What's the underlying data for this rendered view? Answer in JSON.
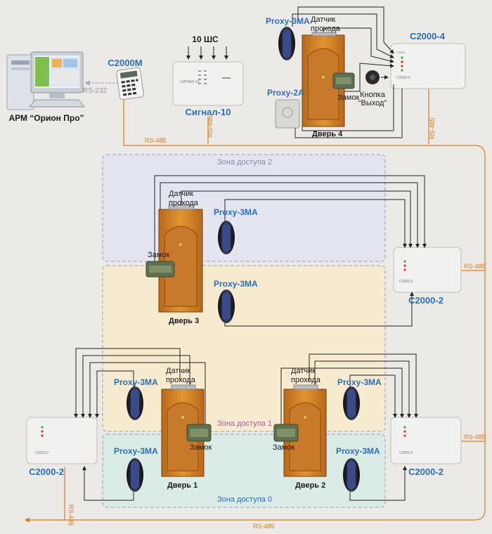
{
  "workstation": {
    "label": "АРМ “Орион Про”"
  },
  "interfaces": {
    "rs232": "RS-232",
    "rs485": "RS-485"
  },
  "c2000m": {
    "label": "С2000М"
  },
  "signal10": {
    "label": "Сигнал-10",
    "inputs": "10 ШС",
    "panel_text": "СИГНАЛ-10"
  },
  "c2000_4": {
    "label": "С2000-4",
    "panel_text": "С2000-4"
  },
  "c2000_2": {
    "label": "С2000-2",
    "panel_text": "С2000-2"
  },
  "reader_3ma": "Proxy-3MA",
  "reader_2a": "Proxy-2A",
  "sensor": {
    "line1": "Датчик",
    "line2": "прохода"
  },
  "lock": "Замок",
  "exit_button": {
    "line1": "Кнопка",
    "line2": "“Выход”"
  },
  "doors": {
    "d1": "Дверь 1",
    "d2": "Дверь 2",
    "d3": "Дверь 3",
    "d4": "Дверь 4"
  },
  "zones": {
    "z0": "Зона доступа 0",
    "z1": "Зона доступа 1",
    "z2": "Зона доступа 2"
  },
  "colors": {
    "rs485": "#e47a1a",
    "accent": "#2a6fb8",
    "zone2": "#e3e5f1",
    "zone1": "#f6ebcf",
    "zone0": "#dbece6"
  }
}
